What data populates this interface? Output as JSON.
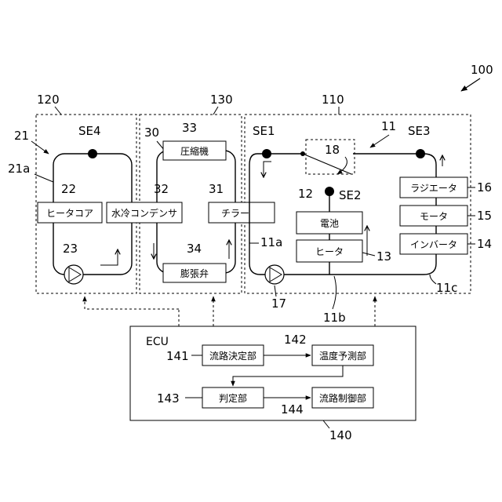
{
  "system_ref": "100",
  "regions": {
    "r120": "120",
    "r130": "130",
    "r110": "110"
  },
  "refs": {
    "r21": "21",
    "r21a": "21a",
    "r11": "11",
    "r11a": "11a",
    "r11b": "11b",
    "r11c": "11c",
    "r17": "17",
    "r23": "23",
    "r34": "34",
    "r140": "140"
  },
  "sensors": {
    "se1": "SE1",
    "se2": "SE2",
    "se3": "SE3",
    "se4": "SE4"
  },
  "components": {
    "heater_core": {
      "label": "ヒータコア",
      "ref": "22"
    },
    "water_condenser": {
      "label": "水冷コンデンサ",
      "ref": "32"
    },
    "compressor": {
      "label": "圧縮機",
      "ref": "33",
      "ref2": "30"
    },
    "chiller": {
      "label": "チラー",
      "ref": "31"
    },
    "expansion_valve": {
      "label": "膨張弁"
    },
    "valve": {
      "ref": "18"
    },
    "battery": {
      "label": "電池",
      "ref": "12"
    },
    "heater": {
      "label": "ヒータ",
      "ref": "13"
    },
    "radiator": {
      "label": "ラジエータ",
      "ref": "16"
    },
    "motor": {
      "label": "モータ",
      "ref": "15"
    },
    "inverter": {
      "label": "インバータ",
      "ref": "14"
    }
  },
  "ecu": {
    "title": "ECU",
    "ref": "140",
    "blocks": {
      "path_decision": {
        "label": "流路決定部",
        "ref": "141"
      },
      "temp_prediction": {
        "label": "温度予測部",
        "ref": "142"
      },
      "judgment": {
        "label": "判定部",
        "ref": "143"
      },
      "path_control": {
        "label": "流路制御部",
        "ref": "144"
      }
    }
  }
}
